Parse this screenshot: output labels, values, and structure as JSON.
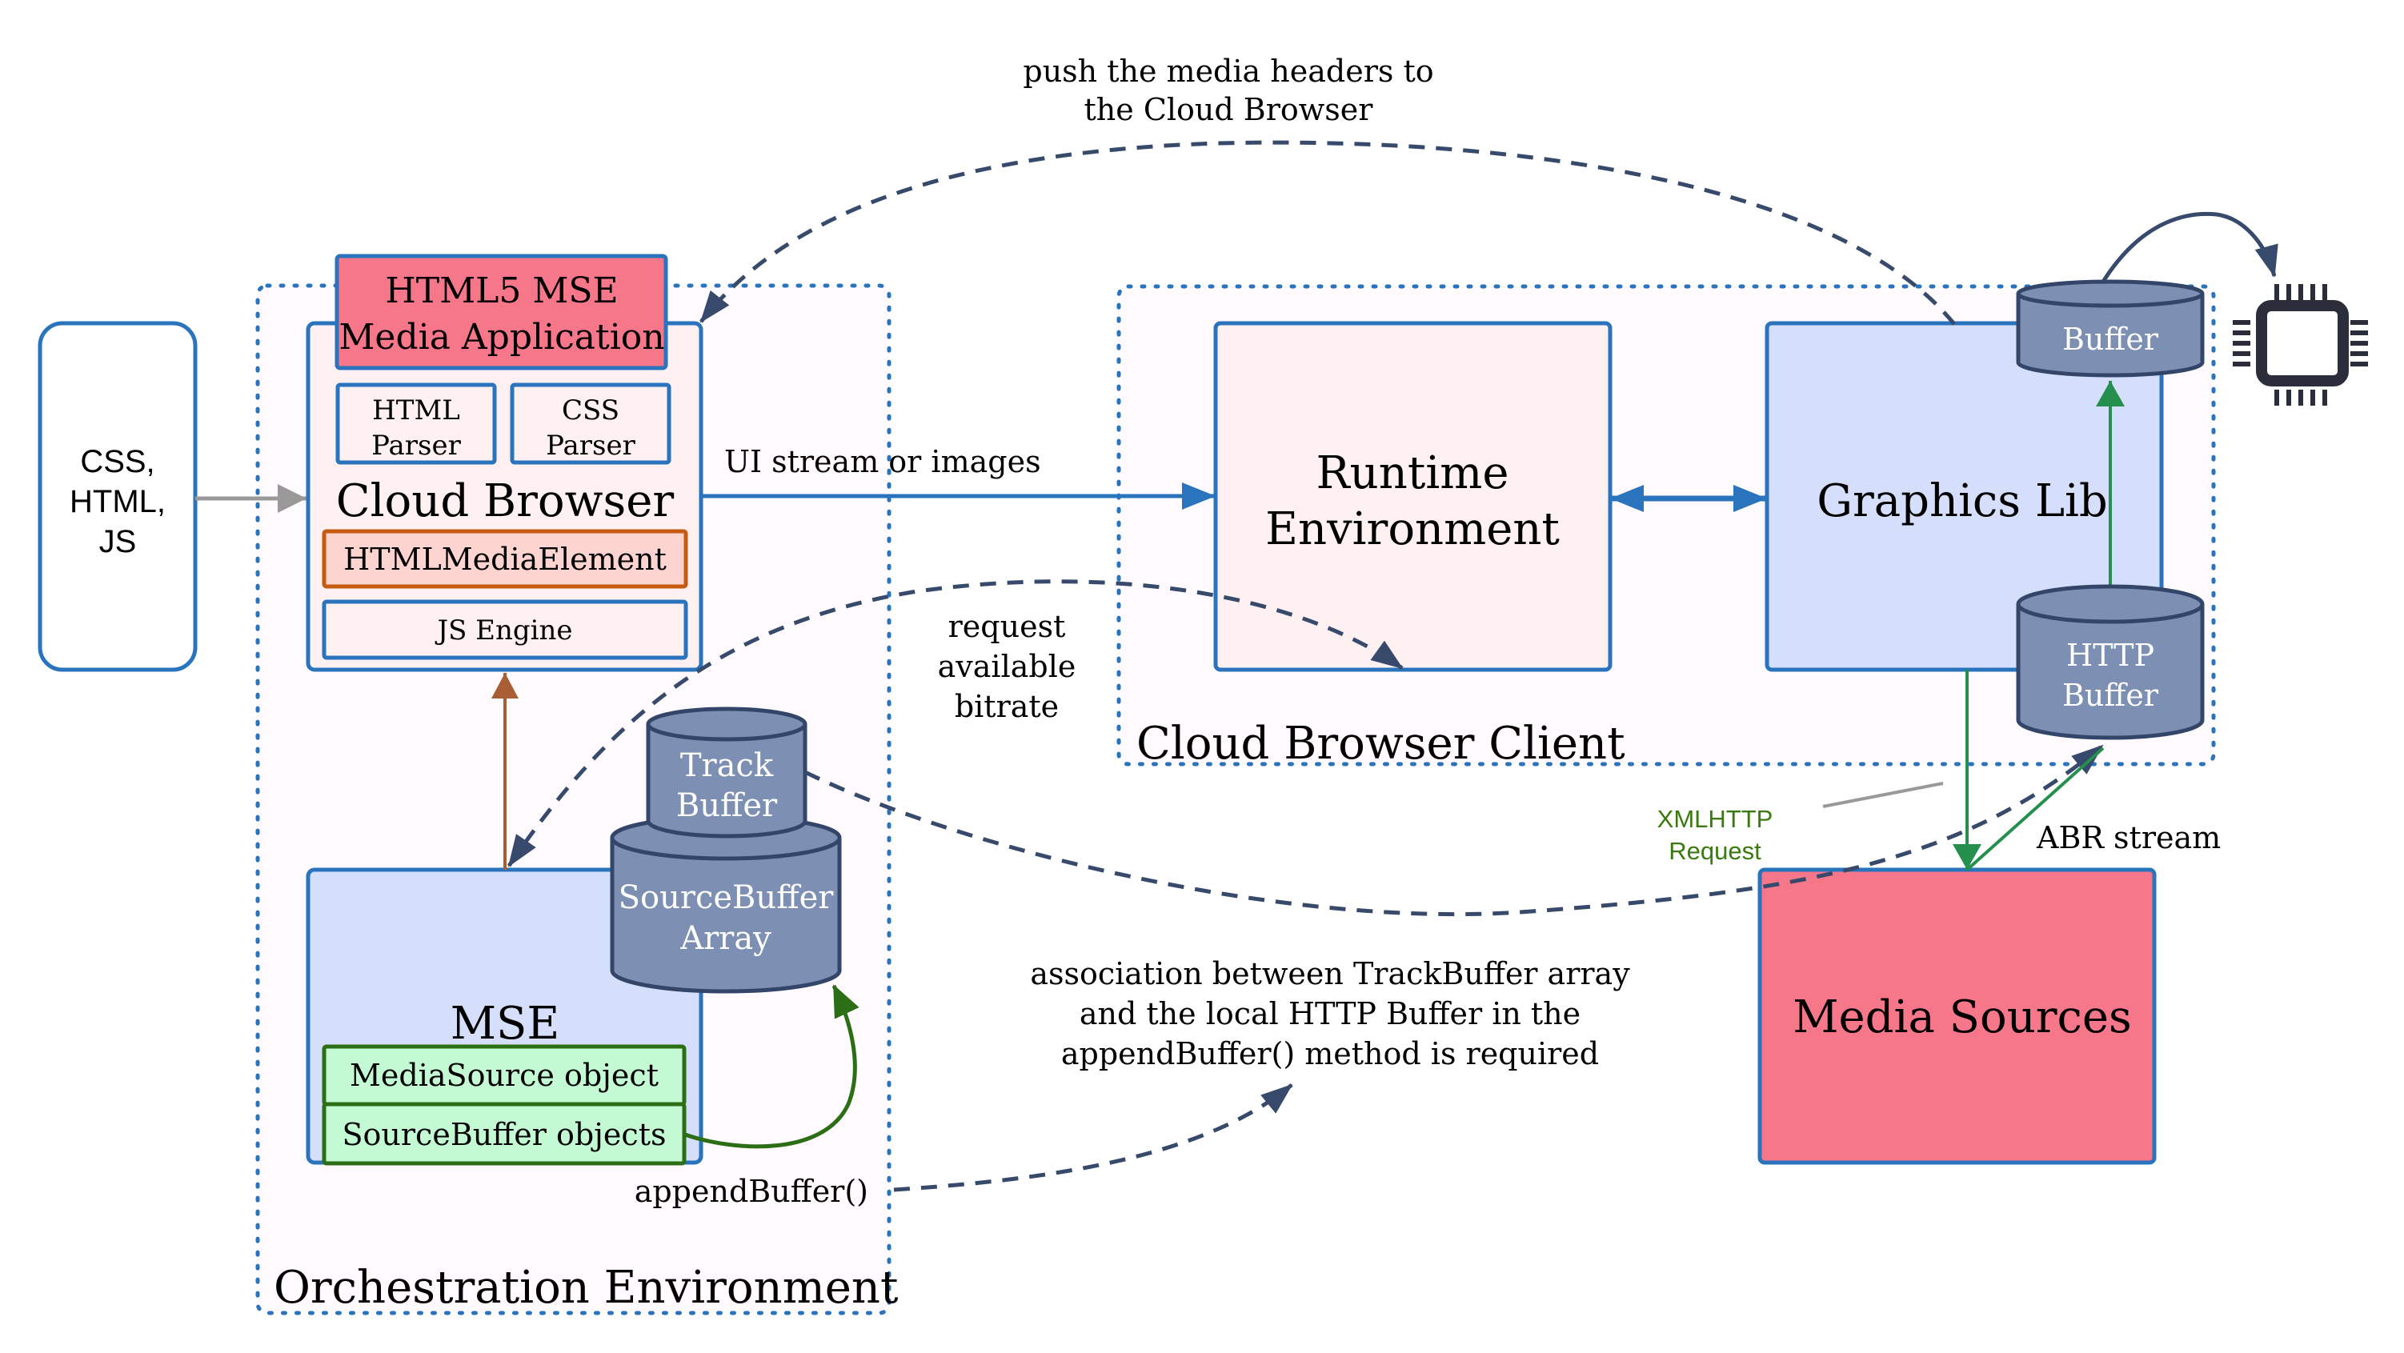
{
  "colors": {
    "box_border": "#2a73bd",
    "container_dotted": "#2a73bd",
    "container_fill": "#fefafd",
    "pink_box": "#f6778a",
    "light_pink": "#fff0f2",
    "light_blue": "#d5dffb",
    "cylinder_fill": "#7d8fb3",
    "cylinder_stroke": "#33466a",
    "orange_border": "#c55a11",
    "orange_fill": "#fdd4cf",
    "green_fill": "#c3fad3",
    "green_border": "#2c6e15",
    "green_arrow": "#258f4e",
    "dark_green_text": "#3a7a10",
    "brown_arrow": "#a85d35",
    "gray_arrow": "#999999",
    "dashed_arrow": "#374a6b",
    "chip": "#2b2e3a"
  },
  "input_box": {
    "lines": [
      "CSS,",
      "HTML,",
      "JS"
    ]
  },
  "orchestration": {
    "label": "Orchestration Environment",
    "cloud_browser": {
      "title": "Cloud Browser",
      "media_app": {
        "lines": [
          "HTML5 MSE",
          "Media Application"
        ]
      },
      "html_parser": {
        "lines": [
          "HTML",
          "Parser"
        ]
      },
      "css_parser": {
        "lines": [
          "CSS",
          "Parser"
        ]
      },
      "media_element": "HTMLMediaElement",
      "js_engine": "JS Engine"
    },
    "mse": {
      "title": "MSE",
      "media_source": "MediaSource object",
      "source_buffer": "SourceBuffer objects"
    },
    "source_buffer_array": {
      "lines": [
        "SourceBuffer",
        "Array"
      ]
    },
    "track_buffer": {
      "lines": [
        "Track",
        "Buffer"
      ]
    },
    "append_buffer_label": "appendBuffer()"
  },
  "client": {
    "label": "Cloud Browser Client",
    "runtime": {
      "lines": [
        "Runtime",
        "Environment"
      ]
    },
    "graphics": "Graphics Lib",
    "buffer": "Buffer",
    "http_buffer": {
      "lines": [
        "HTTP",
        "Buffer"
      ]
    }
  },
  "media_sources": "Media Sources",
  "annotations": {
    "ui_stream": "UI stream or images",
    "push_headers": [
      "push the media headers to",
      "the Cloud Browser"
    ],
    "request_bitrate": [
      "request",
      "available",
      "bitrate"
    ],
    "association": [
      "association between TrackBuffer array",
      "and the local HTTP Buffer in the",
      "appendBuffer() method is required"
    ],
    "xmlhttp": [
      "XMLHTTP",
      "Request"
    ],
    "abr_stream": "ABR stream"
  },
  "icons": {
    "chip": "cpu-chip-icon"
  }
}
